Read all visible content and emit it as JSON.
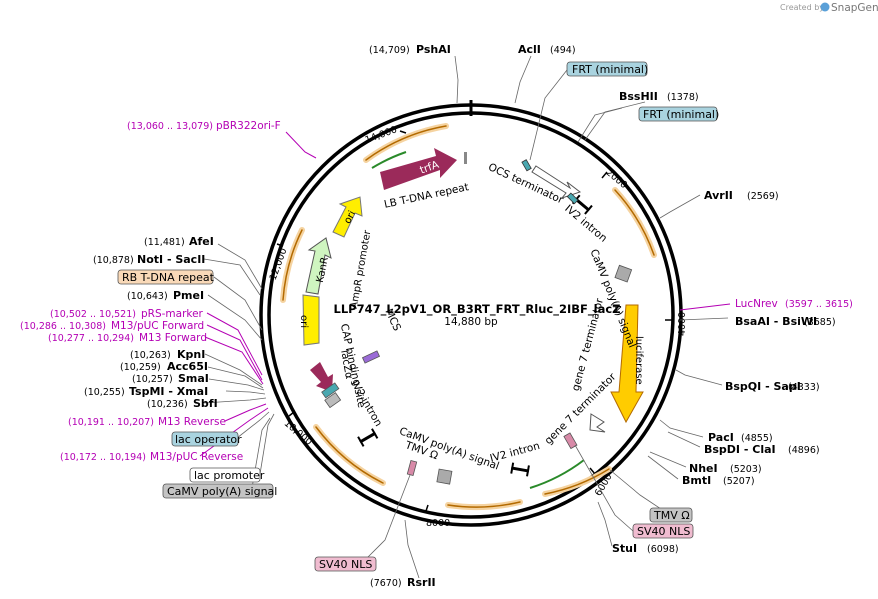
{
  "credit": {
    "text": "Created by",
    "brand": "SnapGene"
  },
  "plasmid": {
    "name": "LLP747_L2pV1_OR_B3RT_FRT_Rluc_2IBF_lacZ",
    "length": "14,880 bp"
  },
  "ruler": [
    "14,000",
    "2000",
    "4000",
    "6000",
    "8000",
    "10,000",
    "12,000"
  ],
  "features": {
    "trfa": "trfA",
    "lb_repeat": "LB T-DNA repeat",
    "ori_top": "ori",
    "kanr": "KanR",
    "ampr_promoter": "AmpR promoter",
    "ori_left": "ori",
    "cap_site": "CAP binding site",
    "lacz": "lacZα",
    "mcs": "MCS",
    "iv2_intron_left": "IV2 intron",
    "camv_polya_bottom": "CaMV poly(A) signal",
    "tmv_omega_bottom": "TMV Ω",
    "iv2_intron_bottom": "IV2 intron",
    "gene7_terminator": "gene 7 terminator",
    "luciferase": "luciferase",
    "camv_polya_right": "CaMV poly(A) signal",
    "iv2_intron_right": "IV2 intron",
    "ocs_terminator": "OCS terminator"
  },
  "enzymes": {
    "psha1": {
      "name": "PshAI",
      "pos": "(14,709)"
    },
    "acli": {
      "name": "AclI",
      "pos": "(494)"
    },
    "bsshii": {
      "name": "BssHII",
      "pos": "(1378)"
    },
    "avrii": {
      "name": "AvrII",
      "pos": "(2569)"
    },
    "bsaai": {
      "name": "BsaAI - BsiWI",
      "pos": "(3685)"
    },
    "bspqi": {
      "name": "BspQI - SapI",
      "pos": "(4333)"
    },
    "paci": {
      "name": "PacI",
      "pos": "(4855)"
    },
    "bspdi": {
      "name": "BspDI - ClaI",
      "pos": "(4896)"
    },
    "nhei": {
      "name": "NheI",
      "pos": "(5203)"
    },
    "bmti": {
      "name": "BmtI",
      "pos": "(5207)"
    },
    "stui": {
      "name": "StuI",
      "pos": "(6098)"
    },
    "rsrii": {
      "name": "RsrII",
      "pos": "(7670)"
    },
    "afei": {
      "name": "AfeI",
      "pos": "(11,481)"
    },
    "noti": {
      "name": "NotI - SacII",
      "pos": "(10,878)"
    },
    "pmei": {
      "name": "PmeI",
      "pos": "(10,643)"
    },
    "kpni": {
      "name": "KpnI",
      "pos": "(10,263)"
    },
    "acc65i": {
      "name": "Acc65I",
      "pos": "(10,259)"
    },
    "smai": {
      "name": "SmaI",
      "pos": "(10,257)"
    },
    "tspmi": {
      "name": "TspMI - XmaI",
      "pos": "(10,255)"
    },
    "sbfi": {
      "name": "SbfI",
      "pos": "(10,236)"
    }
  },
  "primers": {
    "pbr322ori_f": {
      "name": "pBR322ori-F",
      "pos": "(13,060 .. 13,079)"
    },
    "lucnrev": {
      "name": "LucNrev",
      "pos": "(3597 .. 3615)"
    },
    "prs_marker": {
      "name": "pRS-marker",
      "pos": "(10,502 .. 10,521)"
    },
    "m13_puc_fwd": {
      "name": "M13/pUC Forward",
      "pos": "(10,286 .. 10,308)"
    },
    "m13_fwd": {
      "name": "M13 Forward",
      "pos": "(10,277 .. 10,294)"
    },
    "m13_rev": {
      "name": "M13 Reverse",
      "pos": "(10,191 .. 10,207)"
    },
    "m13_puc_rev": {
      "name": "M13/pUC Reverse",
      "pos": "(10,172 .. 10,194)"
    }
  },
  "boxes": {
    "frt_1": "FRT (minimal)",
    "frt_2": "FRT (minimal)",
    "rb_repeat": "RB T-DNA repeat",
    "lac_operator": "lac operator",
    "lac_promoter": "lac promoter",
    "camv_left": "CaMV poly(A) signal",
    "tmv_right": "TMV Ω",
    "sv40_right": "SV40 NLS",
    "sv40_bottom": "SV40 NLS"
  },
  "colors": {
    "backbone": "#000000",
    "primer": "#b400b4",
    "primer_arc": "#b36a00",
    "frt": "#a9d3df",
    "trfa": "#9b2a5a",
    "ori": "#ffee00",
    "kanr": "#cff5c0",
    "luciferase": "#ffcc00",
    "sv40_nls": "#f0bcd0",
    "rb_repeat": "#f9d9b8"
  }
}
